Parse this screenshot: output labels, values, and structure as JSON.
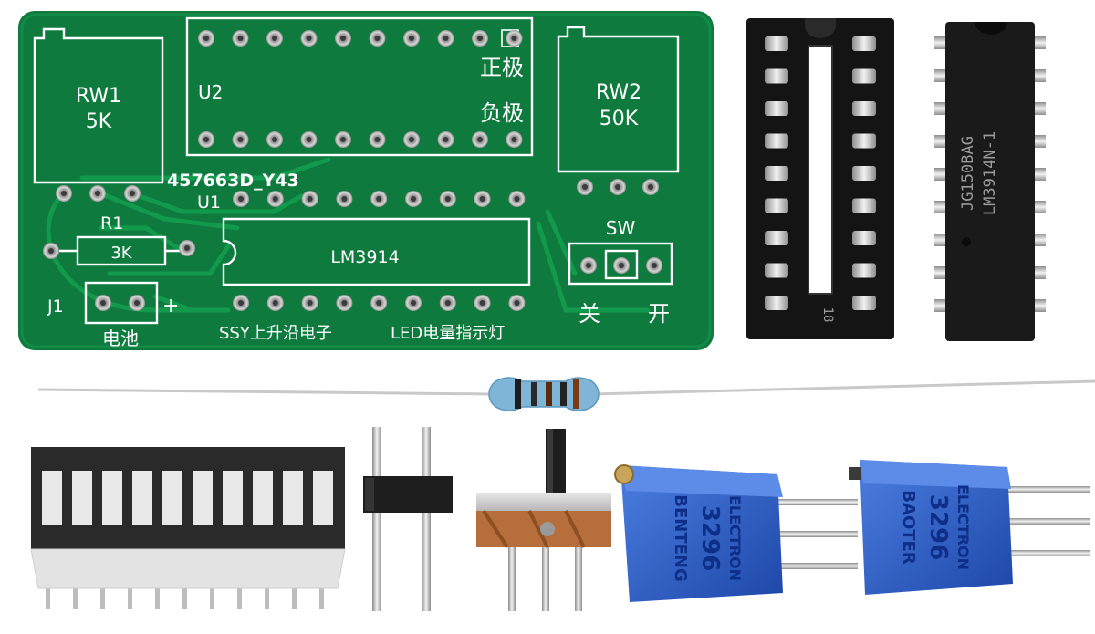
{
  "pcb": {
    "rw1_label": "RW1",
    "rw1_value": "5K",
    "u2_label": "U2",
    "positive_label": "正极",
    "negative_label": "负极",
    "rw2_label": "RW2",
    "rw2_value": "50K",
    "code": "457663D_Y43",
    "u1_label": "U1",
    "r1_label": "R1",
    "r1_value": "3K",
    "chip_label": "LM3914",
    "sw_label": "SW",
    "off_label": "关",
    "on_label": "开",
    "j1_label": "J1",
    "plus_label": "+",
    "battery_label": "电池",
    "brand_label": "SSY上升沿电子",
    "product_label": "LED电量指示灯"
  },
  "ic": {
    "line1": "JG150BAG",
    "line2": "LM3914N-1"
  },
  "socket": {
    "mark": "18"
  },
  "pot_left": {
    "line1": "BENTENG",
    "line2": "3296",
    "line3": "ELECTRON"
  },
  "pot_right": {
    "line1": "BAOTER",
    "line2": "3296",
    "line3": "ELECTRON"
  },
  "colors": {
    "pcb_green": "#0f7a3e",
    "pot_blue": "#2f63c9",
    "resistor_body": "#7fb6d8"
  }
}
